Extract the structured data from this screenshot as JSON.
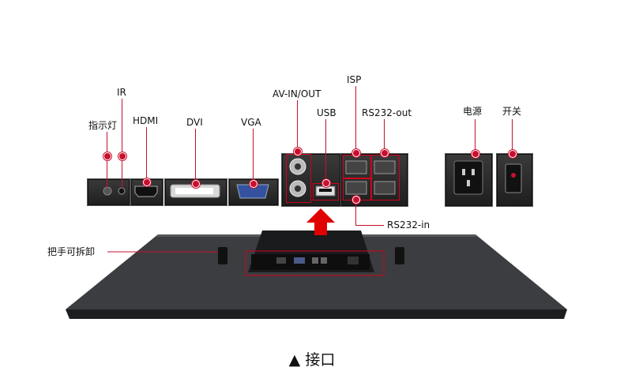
{
  "labels": {
    "indicator": "指示灯",
    "ir": "IR",
    "hdmi": "HDMI",
    "dvi": "DVI",
    "vga": "VGA",
    "av_in_out": "AV-IN/OUT",
    "usb": "USB",
    "isp": "ISP",
    "rs232_out": "RS232-out",
    "rs232_in": "RS232-in",
    "power": "电源",
    "switch": "开关",
    "handle": "把手可拆卸"
  },
  "caption": {
    "marker": "▲",
    "text": "接口"
  },
  "colors": {
    "accent": "#c8102e",
    "panel": "#2a2a2a",
    "arrow": "#e00000"
  }
}
